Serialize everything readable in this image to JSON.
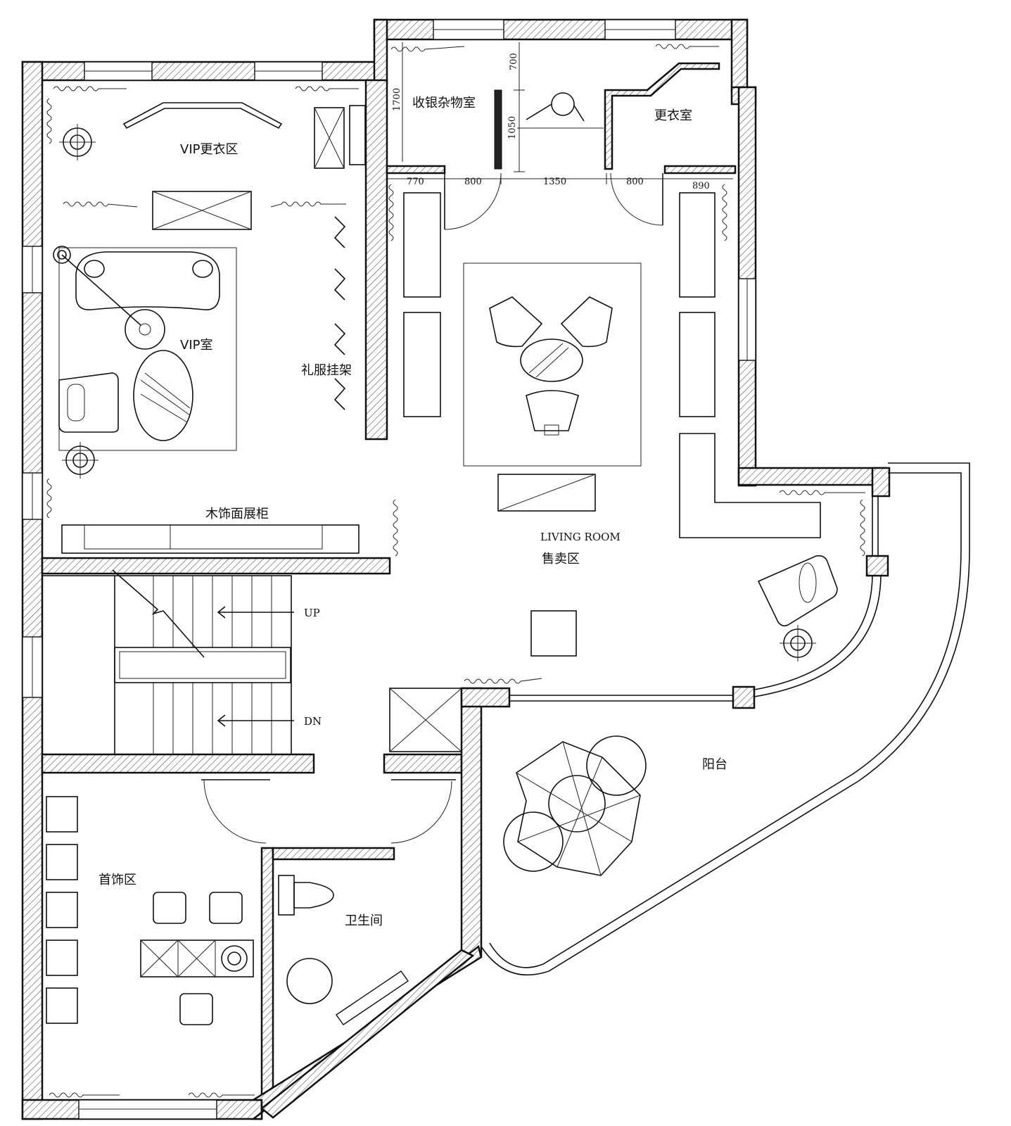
{
  "rooms": {
    "vip_dressing": "VIP更衣区",
    "vip_room": "VIP室",
    "gown_rack": "礼服挂架",
    "display_cabinet": "木饰面展柜",
    "cashier_storage": "收银杂物室",
    "dressing_room": "更衣室",
    "living_room": "LIVING ROOM",
    "sales_area": "售卖区",
    "balcony": "阳台",
    "jewelry_area": "首饰区",
    "restroom": "卫生间"
  },
  "stairs": {
    "up": "UP",
    "down": "DN"
  },
  "dimensions": {
    "d700": "700",
    "d1700": "1700",
    "d1050": "1050",
    "d770": "770",
    "d800a": "800",
    "d1350": "1350",
    "d800b": "800",
    "d890": "890"
  }
}
